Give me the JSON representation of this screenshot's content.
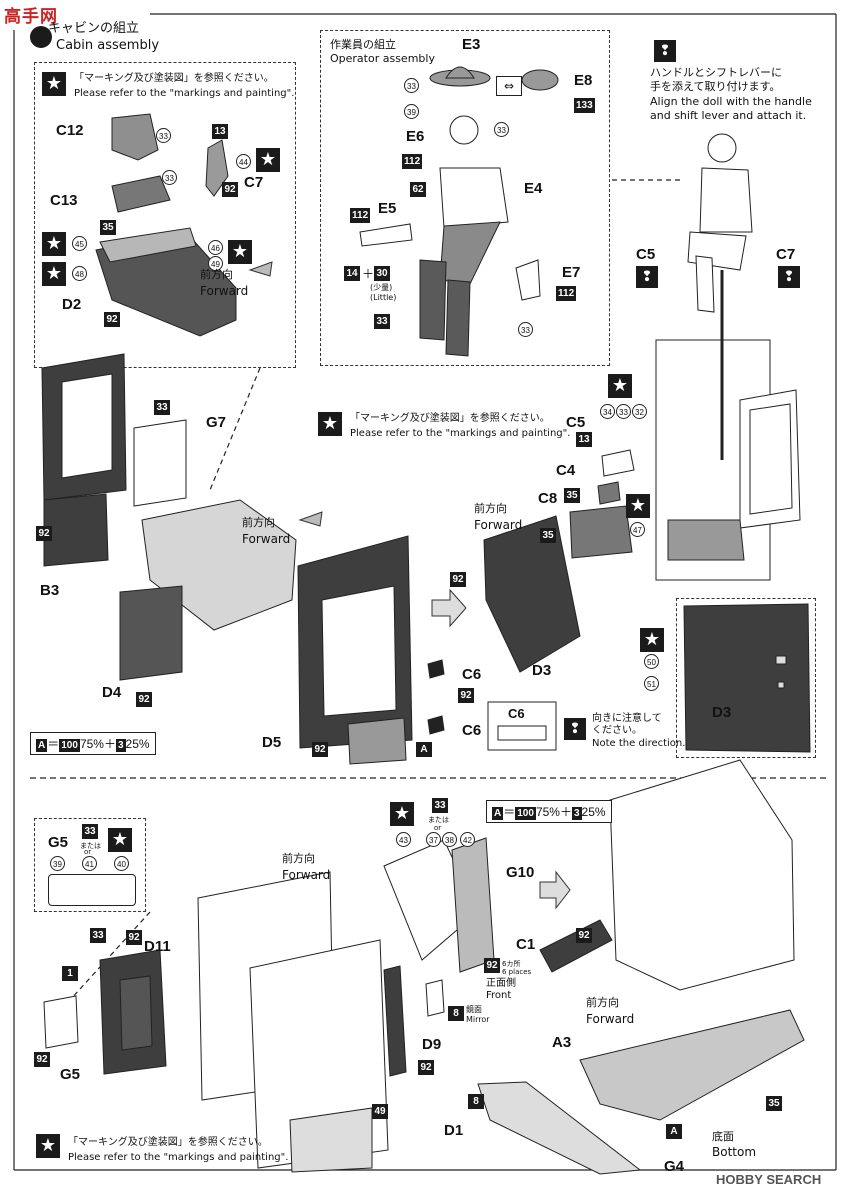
{
  "header": {
    "logo_text": "高手网",
    "title_jp": "キャビンの組立",
    "title_en": "Cabin assembly"
  },
  "notes": {
    "marking_jp": "「マーキング及び塗装図」を参照ください。",
    "marking_en": "Please refer to the \"markings and painting\".",
    "operator_title_jp": "作業員の組立",
    "operator_title_en": "Operator assembly",
    "handle_jp_1": "ハンドルとシフトレバーに",
    "handle_jp_2": "手を添えて取り付けます。",
    "handle_en_1": "Align the doll with the handle",
    "handle_en_2": "and shift lever and attach it.",
    "forward_jp": "前方向",
    "forward_en": "Forward",
    "direction_jp": "向きに注意して",
    "direction_jp2": "ください。",
    "direction_en": "Note the direction.",
    "little_jp": "(少量)",
    "little_en": "(Little)",
    "or_jp": "または",
    "or_en": "or",
    "places_jp": "6カ所",
    "places_en": "6 places",
    "front_jp": "正面側",
    "front_en": "Front",
    "mirror_jp": "鏡面",
    "mirror_en": "Mirror",
    "bottom_jp": "底面",
    "bottom_en": "Bottom",
    "watermark": "HOBBY SEARCH"
  },
  "legend": {
    "a": "A",
    "eq": "＝",
    "c100": "100",
    "p75": "75%＋",
    "c3": "3",
    "p25": "25%"
  },
  "parts": {
    "C12": "C12",
    "C13": "C13",
    "C7": "C7",
    "D2": "D2",
    "E3": "E3",
    "E6": "E6",
    "E4": "E4",
    "E5": "E5",
    "E7": "E7",
    "E8": "E8",
    "C5": "C5",
    "C4": "C4",
    "C8": "C8",
    "G7": "G7",
    "B3": "B3",
    "D4": "D4",
    "D5": "D5",
    "D3": "D3",
    "C6": "C6",
    "G5": "G5",
    "D11": "D11",
    "G10": "G10",
    "C1": "C1",
    "D9": "D9",
    "A3": "A3",
    "D1": "D1",
    "G4": "G4"
  },
  "colors": {
    "33": "33",
    "44": "44",
    "13": "13",
    "92": "92",
    "35": "35",
    "45": "45",
    "46": "46",
    "48": "48",
    "49": "49",
    "39": "39",
    "133": "133",
    "112": "112",
    "62": "62",
    "14": "14",
    "30": "30",
    "34": "34",
    "32": "32",
    "47": "47",
    "50": "50",
    "51": "51",
    "43": "43",
    "37": "37",
    "38": "38",
    "42": "42",
    "41": "41",
    "40": "40",
    "1": "1",
    "8": "8",
    "A": "A",
    "plus": "＋"
  }
}
